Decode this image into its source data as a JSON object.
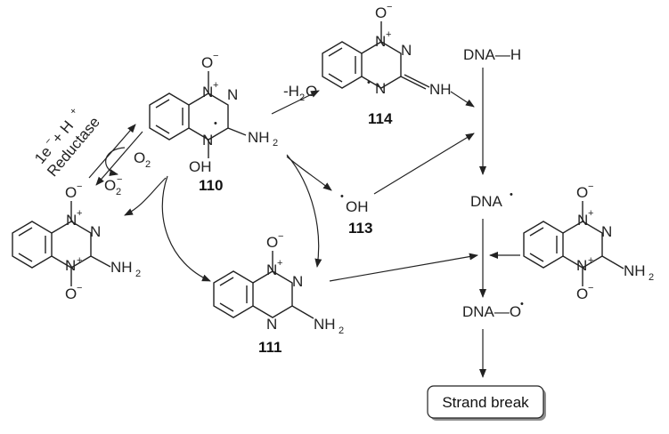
{
  "labels": {
    "o_minus": "O",
    "n_plus": "N",
    "n": "N",
    "nh2": "NH",
    "nh": "NH",
    "oh_radical": "OH",
    "oh": "OH",
    "o2": "O",
    "o2_sub": "2",
    "minus_sup": "−",
    "plus_sup": "+",
    "dot": "•",
    "water": "-H",
    "water_sub": "2",
    "water_o": "O",
    "reductase": "Reductase",
    "electron": "1e",
    "proton": "+ H",
    "dna_h": "DNA—H",
    "dna_rad": "DNA",
    "dna_o": "DNA—O"
  },
  "compounds": {
    "c110": "110",
    "c111": "111",
    "c113": "113",
    "c114": "114"
  },
  "result": {
    "strand_break": "Strand break"
  }
}
